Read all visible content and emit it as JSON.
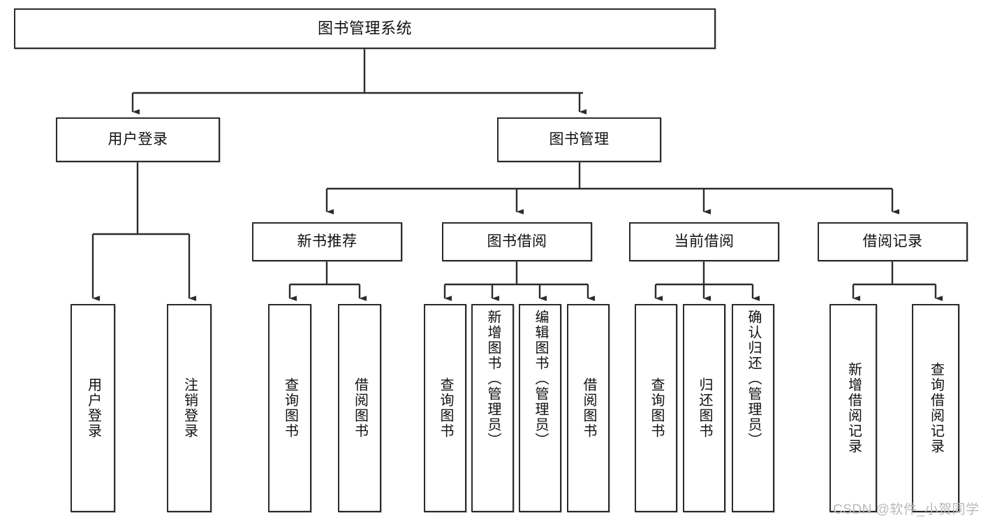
{
  "diagram": {
    "type": "tree",
    "title": "图书管理系统",
    "theme": {
      "box_border": "#2b2b2b",
      "box_fill": "#ffffff",
      "connector": "#2b2b2b",
      "text": "#111111",
      "watermark": "#b9b9b9"
    },
    "root": {
      "label": "图书管理系统"
    },
    "level1": [
      {
        "label": "用户登录"
      },
      {
        "label": "图书管理"
      }
    ],
    "level2": [
      {
        "label": "新书推荐"
      },
      {
        "label": "图书借阅"
      },
      {
        "label": "当前借阅"
      },
      {
        "label": "借阅记录"
      }
    ],
    "leaves": {
      "user_login": [
        {
          "label": "用户登录"
        },
        {
          "label": "注销登录"
        }
      ],
      "new_book_recommend": [
        {
          "label": "查询图书"
        },
        {
          "label": "借阅图书"
        }
      ],
      "book_borrow": [
        {
          "label": "查询图书"
        },
        {
          "label": "新增图书（管理员）"
        },
        {
          "label": "编辑图书（管理员）"
        },
        {
          "label": "借阅图书"
        }
      ],
      "current_borrow": [
        {
          "label": "查询图书"
        },
        {
          "label": "归还图书"
        },
        {
          "label": "确认归还（管理员）"
        }
      ],
      "borrow_record": [
        {
          "label": "新增借阅记录"
        },
        {
          "label": "查询借阅记录"
        }
      ]
    },
    "watermark": "CSDN @软件_小贺同学"
  }
}
